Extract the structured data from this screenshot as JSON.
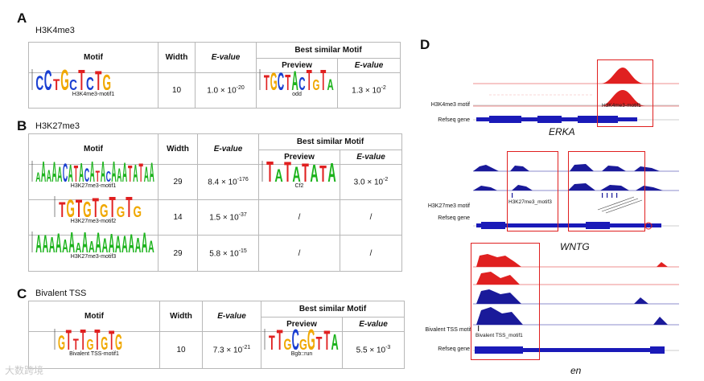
{
  "panels": {
    "A": {
      "letter": "A",
      "title": "H3K4me3"
    },
    "B": {
      "letter": "B",
      "title": "H3K27me3"
    },
    "C": {
      "letter": "C",
      "title": "Bivalent TSS"
    },
    "D": {
      "letter": "D"
    }
  },
  "table_headers": {
    "motif": "Motif",
    "width": "Width",
    "evalue": "E-value",
    "best": "Best similar Motif",
    "preview": "Preview",
    "evalue2": "E-value"
  },
  "tableA": [
    {
      "motif": "H3K4me3-motif1",
      "width": "10",
      "evalue_base": "1.0 × 10",
      "evalue_exp": "-20",
      "sim_name": "odd",
      "sim_evalue_base": "1.3 × 10",
      "sim_evalue_exp": "-2",
      "logo": "CCTGCTCTG",
      "sim_logo": "TGCTACTGTA"
    }
  ],
  "tableB": [
    {
      "motif": "H3K27me3-motif1",
      "width": "29",
      "evalue_base": "8.4 × 10",
      "evalue_exp": "-176",
      "sim_name": "Cf2",
      "sim_evalue_base": "3.0 × 10",
      "sim_evalue_exp": "-2",
      "logo": "AAAAACATACATACAAATATAA",
      "sim_logo": "TATATATA"
    },
    {
      "motif": "H3K27me3-motif2",
      "width": "14",
      "evalue_base": "1.5 × 10",
      "evalue_exp": "-37",
      "sim_text": "/",
      "sim_evalue_text": "/",
      "logo": "TGTGTGTGTG"
    },
    {
      "motif": "H3K27me3-motif3",
      "width": "29",
      "evalue_base": "5.8 × 10",
      "evalue_exp": "-15",
      "sim_text": "/",
      "sim_evalue_text": "/",
      "logo": "AAAAAAAAAAAAAAAAAA"
    }
  ],
  "tableC": [
    {
      "motif": "Bivalent TSS-motif1",
      "width": "10",
      "evalue_base": "7.3 × 10",
      "evalue_exp": "-21",
      "sim_name": "Bgb::run",
      "sim_evalue_base": "5.5 × 10",
      "sim_evalue_exp": "-3",
      "logo": "GTTTGTGTG",
      "sim_logo": "TTGCGGTTA"
    }
  ],
  "tracks": {
    "erka": {
      "motif_label": "H3K4me3 motif",
      "refseq_label": "Refseq gene",
      "gene": "ERKA",
      "motif_name": "H3K4me3-motif1"
    },
    "wntg": {
      "motif_label": "H3K27me3  motif",
      "refseq_label": "Refseq gene",
      "gene": "WNTG",
      "motif_name": "H3K27me3_motif3"
    },
    "en": {
      "motif_label": "Bivalent TSS motif",
      "refseq_label": "Refseq gene",
      "gene": "en",
      "motif_name": "Bivalent TSS_motif1"
    }
  },
  "colors": {
    "A": "#1db31d",
    "C": "#1a3fd1",
    "G": "#f0a800",
    "T": "#e02020",
    "h3k4": "#e02020",
    "h3k27": "#1a1a9a",
    "gene": "#1a1ab8",
    "box": "#e02020"
  },
  "watermark": "大数跨境"
}
